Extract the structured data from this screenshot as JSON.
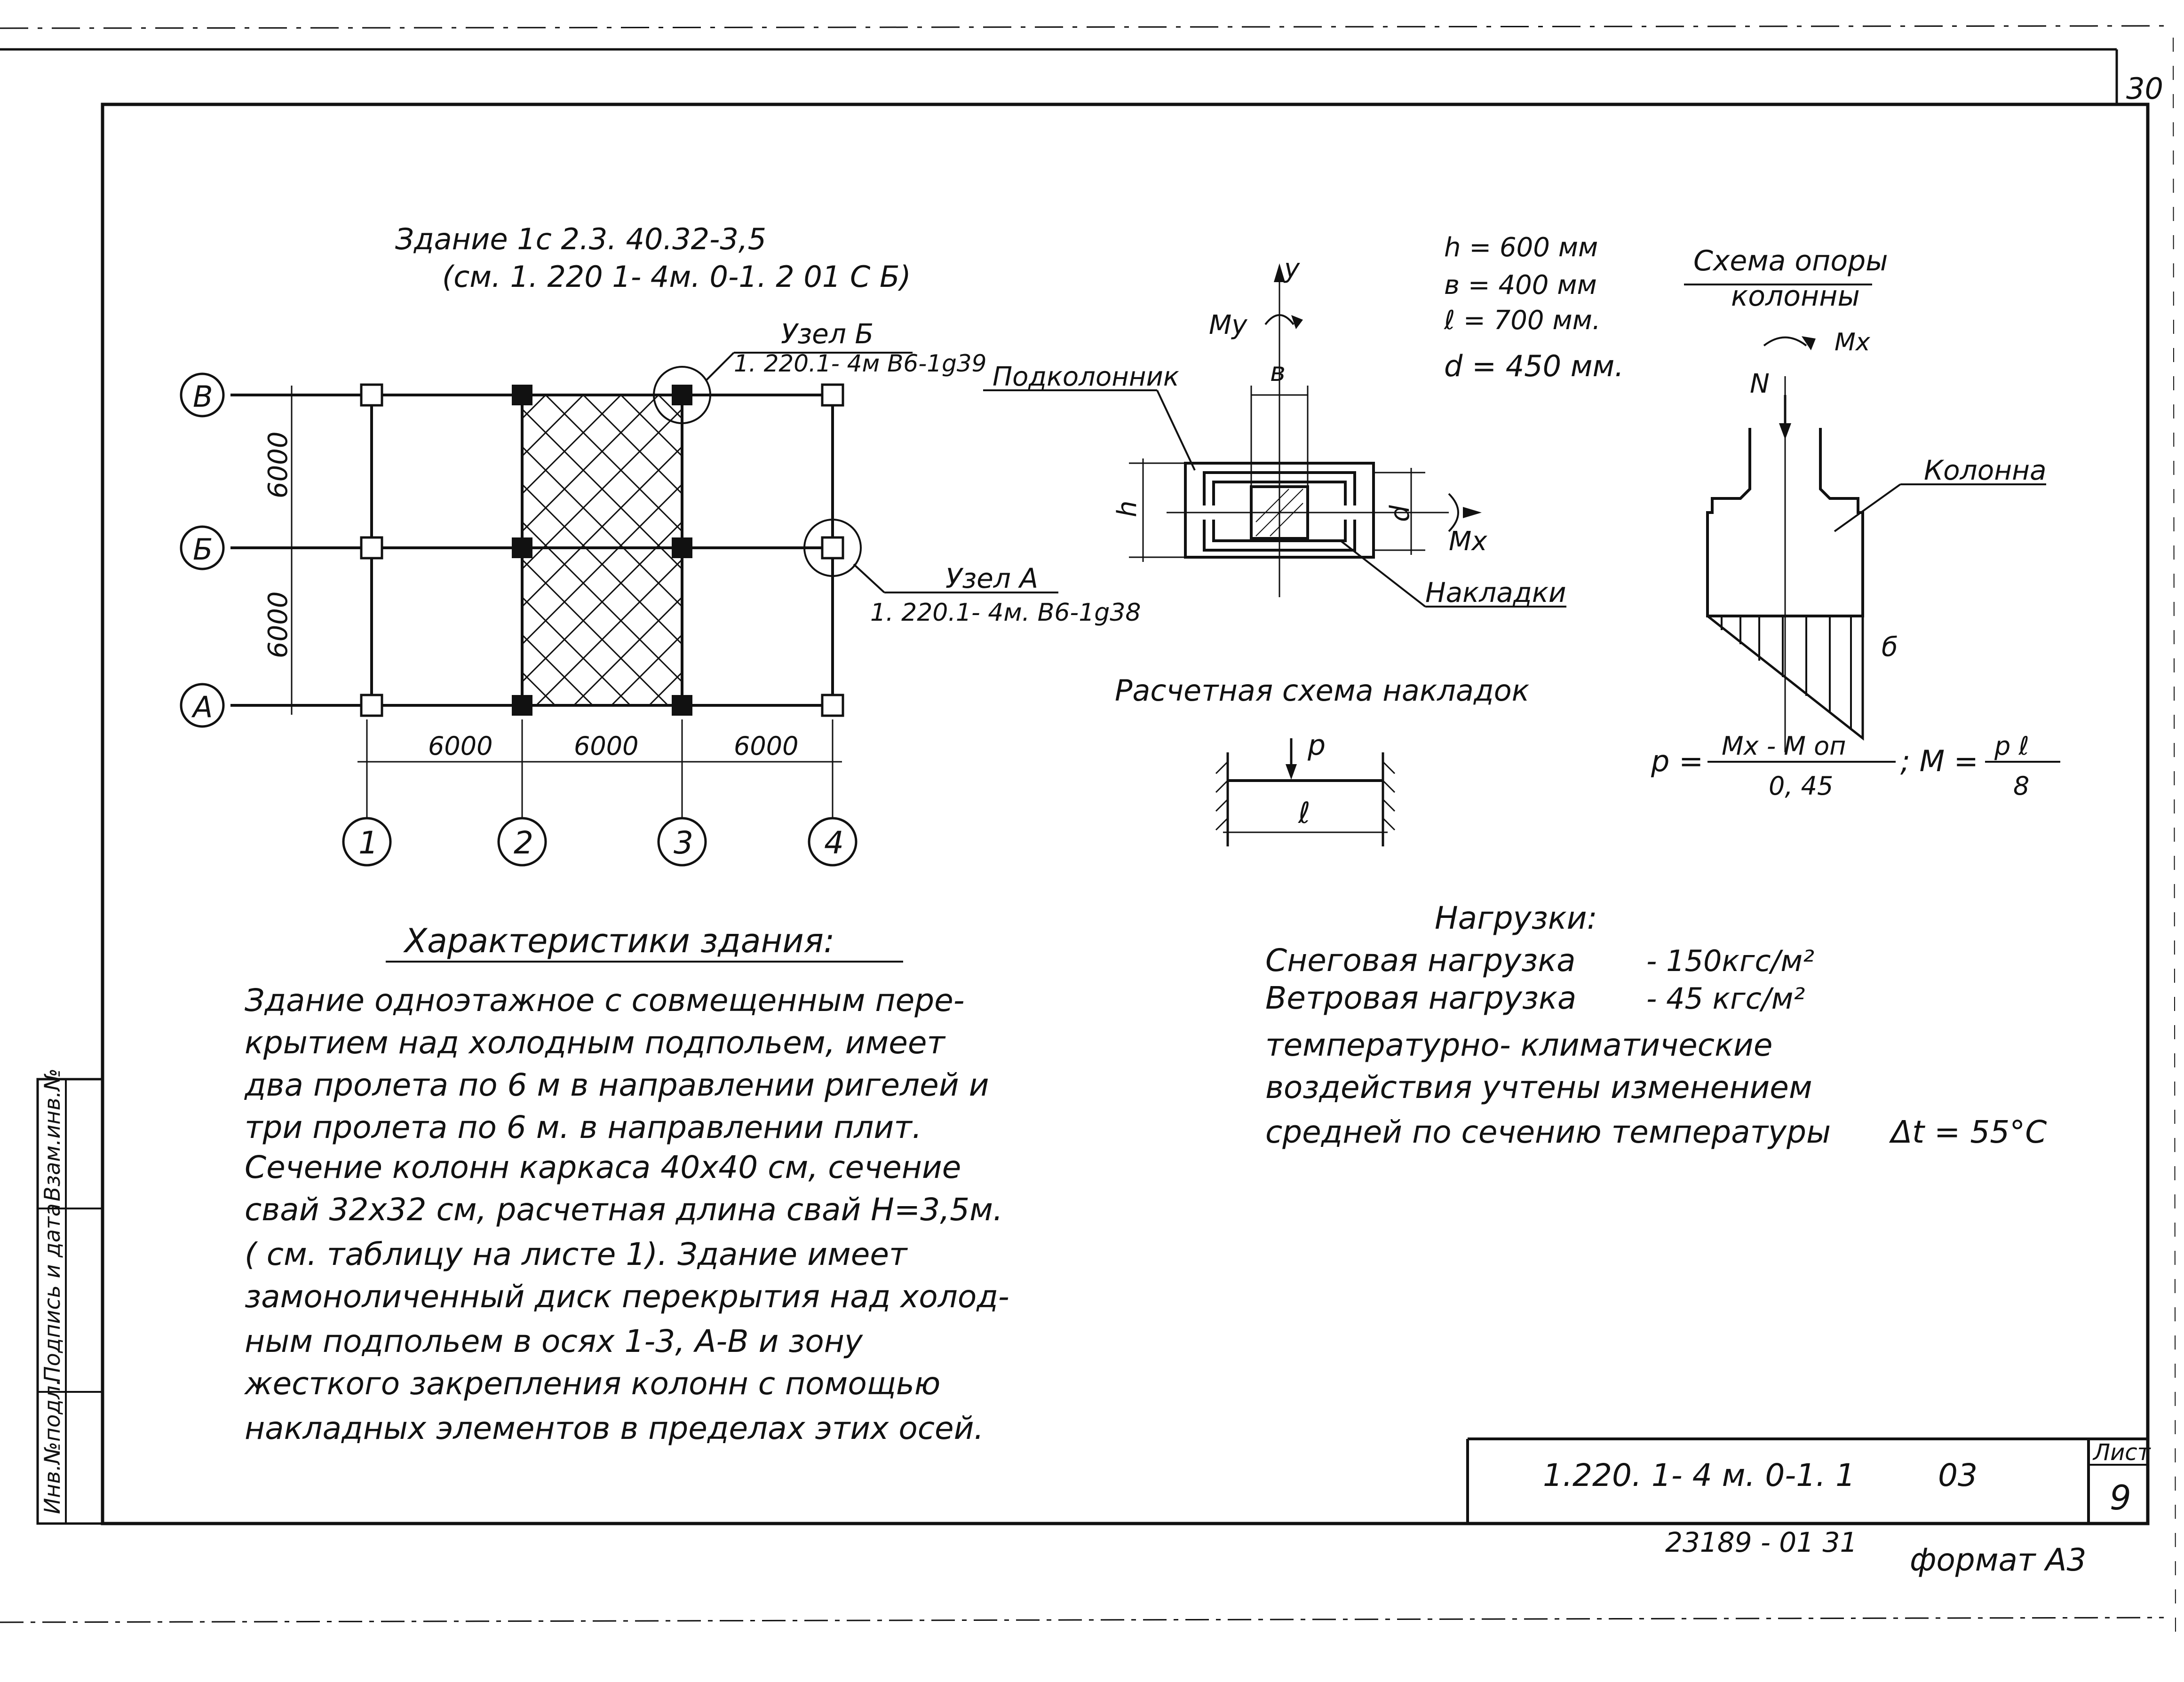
{
  "sheet": {
    "corner_number": "30",
    "title_block_code": "1.220. 1- 4 м. 0-1. 1",
    "title_block_sub": "03",
    "sheet_label": "Лист",
    "sheet_number": "9",
    "stamp_number": "23189 - 01   31",
    "format": "формат А3",
    "side_stamps": [
      "Инв.№подл.",
      "Подпись и дата",
      "Взам.инв.№"
    ]
  },
  "building": {
    "title_line1": "Здание  1с 2.3. 40.32-3,5",
    "title_line2": "(см. 1. 220  1- 4м. 0-1. 2  01 С Б)"
  },
  "plan": {
    "axes_rows": [
      "В",
      "Б",
      "А"
    ],
    "axes_cols": [
      "1",
      "2",
      "3",
      "4"
    ],
    "dims_vertical": [
      "6000",
      "6000"
    ],
    "dims_horizontal": [
      "6000",
      "6000",
      "6000"
    ],
    "node_b_title": "Узел Б",
    "node_b_ref": "1. 220.1- 4м В6-1g39",
    "node_a_title": "Узел А",
    "node_a_ref": "1. 220.1- 4м. В6-1g38"
  },
  "section": {
    "label_y": "y",
    "label_my": "My",
    "label_b": "в",
    "label_h": "h",
    "label_d": "d",
    "label_mx": "Mx",
    "podkolonnik": "Подколонник",
    "nakladki": "Накладки"
  },
  "dimensions": {
    "h": "h = 600 мм",
    "b": "в = 400 мм",
    "l": "ℓ = 700 мм.",
    "d": "d = 450 мм."
  },
  "support_scheme": {
    "title_line1": "Схема  опоры",
    "title_line2": "колонны",
    "label_mx": "Мх",
    "label_n": "N",
    "label_column": "Колонна",
    "label_sigma": "б"
  },
  "formula": {
    "p": "р =",
    "numerator": "Мх -  М оп",
    "denominator": "0, 45",
    "sep": "; М =",
    "m_numerator": "р ℓ",
    "m_denominator": "8"
  },
  "calc_scheme": {
    "title": "Расчетная  схема  накладок",
    "label_p": "р",
    "label_l": "ℓ"
  },
  "characteristics": {
    "heading": "Характеристики  здания:",
    "lines": [
      "Здание  одноэтажное  с  совмещенным пере-",
      "крытием   над  холодным  подпольем,  имеет",
      "два  пролета   по 6 м   в  направлении ригелей и",
      "три  пролета    по  6 м.  в  направлении плит.",
      "Сечение  колонн  каркаса  40х40 см, сечение",
      "свай  32х32 см,  расчетная  длина  свай  Н=3,5м.",
      "( см.   таблицу   на   листе  1).   Здание  имеет",
      "замоноличенный   диск   перекрытия  над холод-",
      "ным    подпольем  в  осях  1-3, А-В  и  зону",
      "жесткого     закрепления   колонн  с  помощью",
      "накладных    элементов  в  пределах  этих  осей."
    ]
  },
  "loads": {
    "heading": "Нагрузки:",
    "snow_label": "Снеговая   нагрузка",
    "snow_value": "-   150кгс/м²",
    "wind_label": "Ветровая   нагрузка",
    "wind_value": "-    45 кгс/м²",
    "climate_lines": [
      "температурно- климатические",
      "воздействия  учтены   изменением",
      "средней    по сечению    температуры"
    ],
    "delta_t": "Δt = 55°С"
  }
}
